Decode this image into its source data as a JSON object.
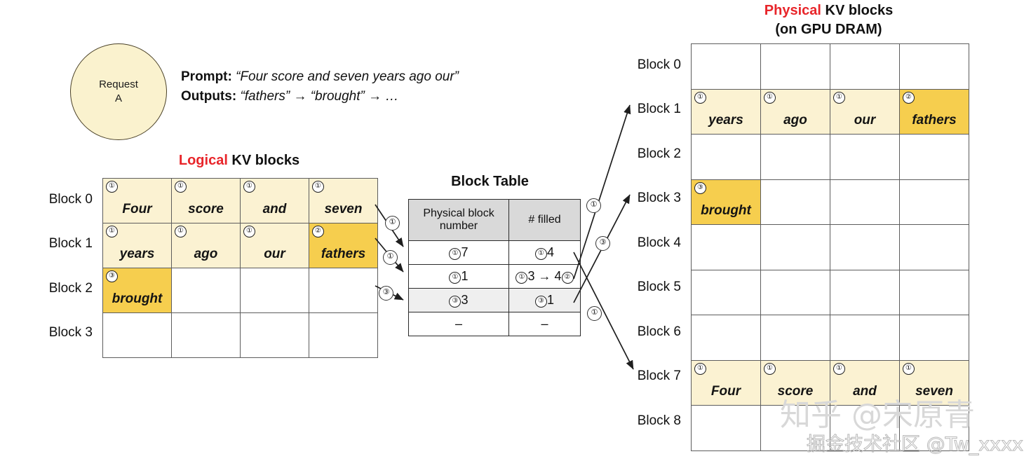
{
  "request": {
    "line1": "Request",
    "line2": "A"
  },
  "prompt": {
    "prompt_label": "Prompt:",
    "prompt_text": "“Four score and seven years ago our”",
    "outputs_label": "Outputs:",
    "outputs_text": "“fathers” → “brought” → …"
  },
  "titles": {
    "logical_accent": "Logical",
    "logical_rest": " KV blocks",
    "block_table": "Block Table",
    "physical_accent": "Physical",
    "physical_rest": " KV blocks",
    "physical_sub": "(on GPU DRAM)"
  },
  "colors": {
    "accent_red": "#E8252A",
    "fill_light": "#FBF2D2",
    "fill_dark": "#F6CE4E",
    "header_gray": "#D9D9D9",
    "row_shade": "#EFEFEF",
    "circle_fill": "#FAF2CE"
  },
  "logical": {
    "row_labels": [
      "Block 0",
      "Block 1",
      "Block 2",
      "Block 3"
    ],
    "rows": [
      [
        {
          "idx": "①",
          "token": "Four",
          "fill": "light"
        },
        {
          "idx": "①",
          "token": "score",
          "fill": "light"
        },
        {
          "idx": "①",
          "token": "and",
          "fill": "light"
        },
        {
          "idx": "①",
          "token": "seven",
          "fill": "light"
        }
      ],
      [
        {
          "idx": "①",
          "token": "years",
          "fill": "light"
        },
        {
          "idx": "①",
          "token": "ago",
          "fill": "light"
        },
        {
          "idx": "①",
          "token": "our",
          "fill": "light"
        },
        {
          "idx": "②",
          "token": "fathers",
          "fill": "dark"
        }
      ],
      [
        {
          "idx": "③",
          "token": "brought",
          "fill": "dark"
        },
        {
          "idx": "",
          "token": "",
          "fill": "none"
        },
        {
          "idx": "",
          "token": "",
          "fill": "none"
        },
        {
          "idx": "",
          "token": "",
          "fill": "none"
        }
      ],
      [
        {
          "idx": "",
          "token": "",
          "fill": "none"
        },
        {
          "idx": "",
          "token": "",
          "fill": "none"
        },
        {
          "idx": "",
          "token": "",
          "fill": "none"
        },
        {
          "idx": "",
          "token": "",
          "fill": "none"
        }
      ]
    ]
  },
  "block_table": {
    "headers": [
      "Physical block number",
      "# filled"
    ],
    "header_col1_line1": "Physical block",
    "header_col1_line2": "number",
    "rows": [
      {
        "phys_idx": "①",
        "phys": "7",
        "filled_idx": "①",
        "filled": "4",
        "shaded": false
      },
      {
        "phys_idx": "①",
        "phys": "1",
        "filled_idx": "①",
        "filled": "3 → 4",
        "filled_idx2": "②",
        "shaded": false
      },
      {
        "phys_idx": "③",
        "phys": "3",
        "filled_idx": "③",
        "filled": "1",
        "shaded": true
      },
      {
        "phys_idx": "",
        "phys": "–",
        "filled_idx": "",
        "filled": "–",
        "shaded": false
      }
    ]
  },
  "physical": {
    "row_labels": [
      "Block 0",
      "Block 1",
      "Block 2",
      "Block 3",
      "Block 4",
      "Block 5",
      "Block 6",
      "Block 7",
      "Block 8"
    ],
    "rows": [
      [
        {
          "idx": "",
          "token": "",
          "fill": "none"
        },
        {
          "idx": "",
          "token": "",
          "fill": "none"
        },
        {
          "idx": "",
          "token": "",
          "fill": "none"
        },
        {
          "idx": "",
          "token": "",
          "fill": "none"
        }
      ],
      [
        {
          "idx": "①",
          "token": "years",
          "fill": "light"
        },
        {
          "idx": "①",
          "token": "ago",
          "fill": "light"
        },
        {
          "idx": "①",
          "token": "our",
          "fill": "light"
        },
        {
          "idx": "②",
          "token": "fathers",
          "fill": "dark"
        }
      ],
      [
        {
          "idx": "",
          "token": "",
          "fill": "none"
        },
        {
          "idx": "",
          "token": "",
          "fill": "none"
        },
        {
          "idx": "",
          "token": "",
          "fill": "none"
        },
        {
          "idx": "",
          "token": "",
          "fill": "none"
        }
      ],
      [
        {
          "idx": "③",
          "token": "brought",
          "fill": "dark"
        },
        {
          "idx": "",
          "token": "",
          "fill": "none"
        },
        {
          "idx": "",
          "token": "",
          "fill": "none"
        },
        {
          "idx": "",
          "token": "",
          "fill": "none"
        }
      ],
      [
        {
          "idx": "",
          "token": "",
          "fill": "none"
        },
        {
          "idx": "",
          "token": "",
          "fill": "none"
        },
        {
          "idx": "",
          "token": "",
          "fill": "none"
        },
        {
          "idx": "",
          "token": "",
          "fill": "none"
        }
      ],
      [
        {
          "idx": "",
          "token": "",
          "fill": "none"
        },
        {
          "idx": "",
          "token": "",
          "fill": "none"
        },
        {
          "idx": "",
          "token": "",
          "fill": "none"
        },
        {
          "idx": "",
          "token": "",
          "fill": "none"
        }
      ],
      [
        {
          "idx": "",
          "token": "",
          "fill": "none"
        },
        {
          "idx": "",
          "token": "",
          "fill": "none"
        },
        {
          "idx": "",
          "token": "",
          "fill": "none"
        },
        {
          "idx": "",
          "token": "",
          "fill": "none"
        }
      ],
      [
        {
          "idx": "①",
          "token": "Four",
          "fill": "light"
        },
        {
          "idx": "①",
          "token": "score",
          "fill": "light"
        },
        {
          "idx": "①",
          "token": "and",
          "fill": "light"
        },
        {
          "idx": "①",
          "token": "seven",
          "fill": "light"
        }
      ],
      [
        {
          "idx": "",
          "token": "",
          "fill": "none"
        },
        {
          "idx": "",
          "token": "",
          "fill": "none"
        },
        {
          "idx": "",
          "token": "",
          "fill": "none"
        },
        {
          "idx": "",
          "token": "",
          "fill": "none"
        }
      ]
    ]
  },
  "arrow_badges": {
    "logical_to_table": [
      "①",
      "①",
      "③"
    ],
    "table_to_physical": [
      "①",
      "③",
      "①"
    ]
  },
  "watermarks": {
    "zhihu": "知乎 @宋原青",
    "juejin": "掘金技术社区 @Tw_xxxx"
  }
}
